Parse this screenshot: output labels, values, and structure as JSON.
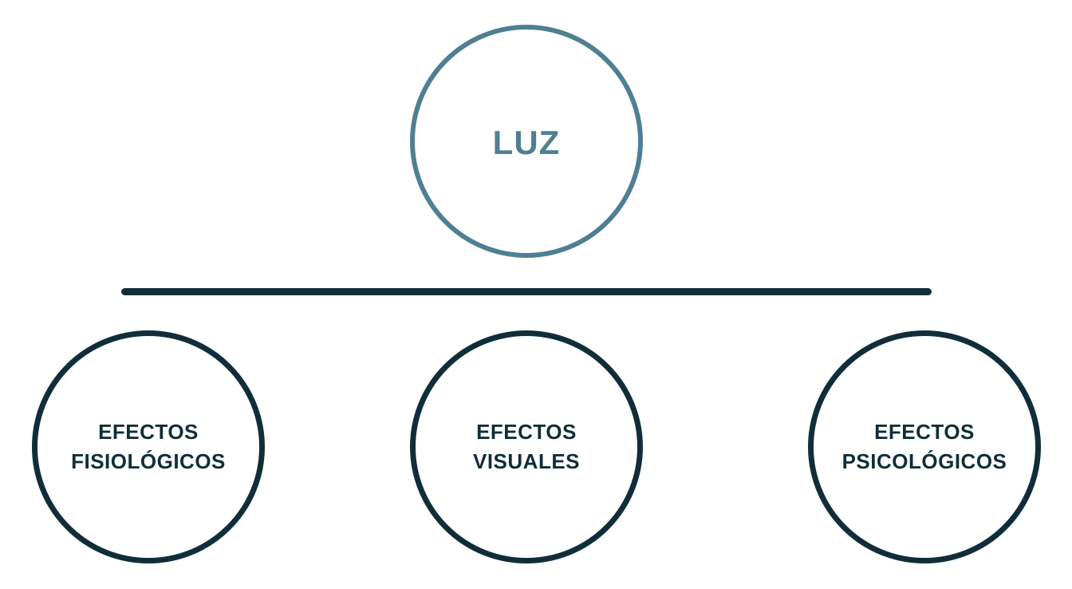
{
  "diagram": {
    "root": {
      "label": "LUZ"
    },
    "children": [
      {
        "line1": "EFECTOS",
        "line2": "FISIOLÓGICOS"
      },
      {
        "line1": "EFECTOS",
        "line2": "VISUALES"
      },
      {
        "line1": "EFECTOS",
        "line2": "PSICOLÓGICOS"
      }
    ],
    "colors": {
      "root_accent": "#4f7f93",
      "dark": "#102d3a",
      "background": "#ffffff"
    }
  }
}
